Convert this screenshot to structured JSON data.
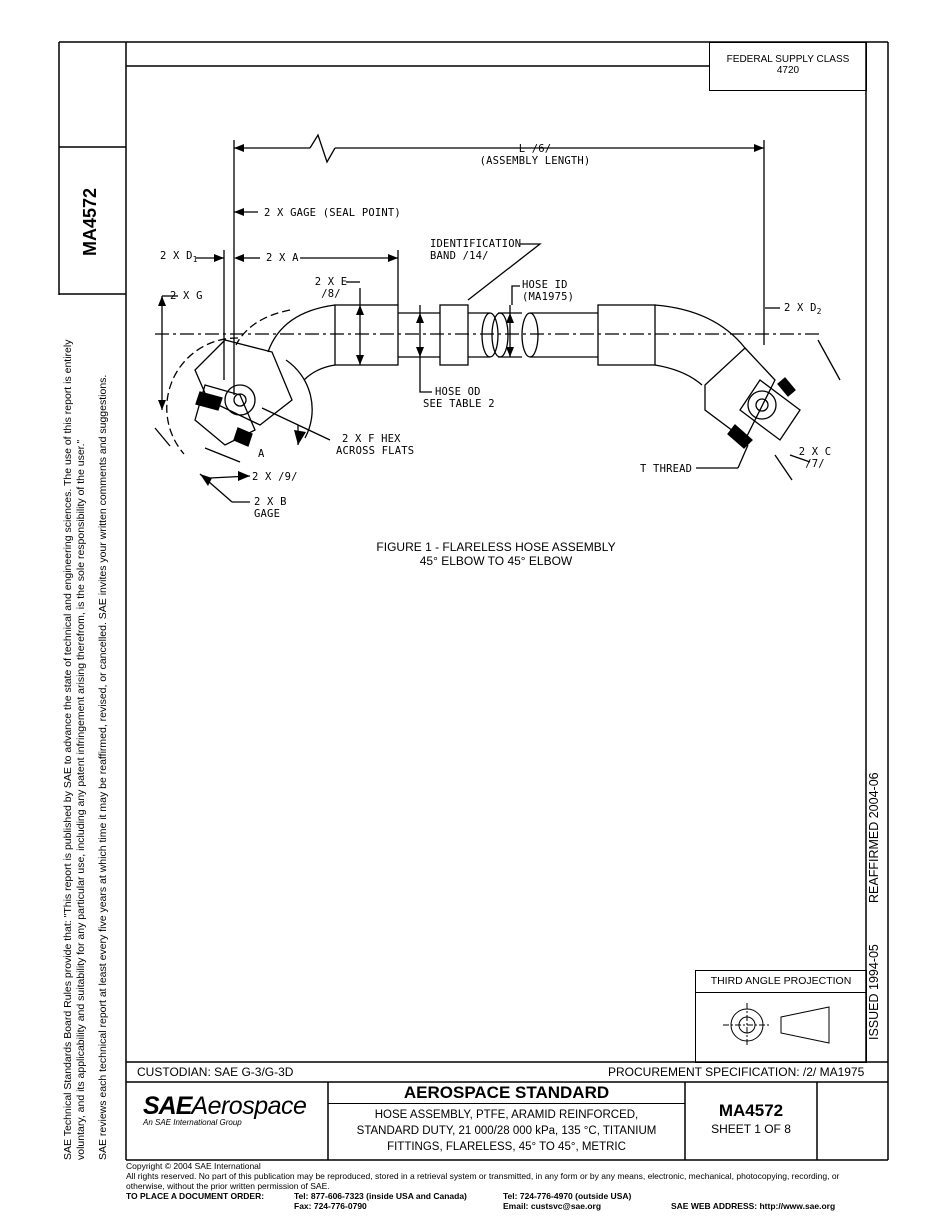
{
  "side_note": {
    "line1": "SAE Technical Standards Board Rules provide that: \"This report is published by SAE to advance the state of technical and engineering sciences. The use of this report is entirely",
    "line2": "voluntary, and its applicability and suitability for any particular use, including any patent infringement arising therefrom, is the sole responsibility of the user.\"",
    "line3": "SAE reviews each technical report at least every five years at which time it may be reaffirmed, revised, or cancelled. SAE invites your written comments and suggestions."
  },
  "doc_number": "MA4572",
  "federal_supply": {
    "line1": "FEDERAL SUPPLY CLASS",
    "line2": "4720"
  },
  "drawing_labels": {
    "assembly_length_1": "L /6/",
    "assembly_length_2": "(ASSEMBLY LENGTH)",
    "gage_seal": "2 X GAGE (SEAL POINT)",
    "d1": "2 X D",
    "d1_sub": "1",
    "a": "2 X A",
    "id_band_1": "IDENTIFICATION",
    "id_band_2": "BAND /14/",
    "g": "2 X G",
    "e_1": "2 X E",
    "e_2": "/8/",
    "hose_id_1": "HOSE ID",
    "hose_id_2": "(MA1975)",
    "d2": "2 X D",
    "d2_sub": "2",
    "hose_od_1": "HOSE OD",
    "hose_od_2": "SEE TABLE 2",
    "f_hex_1": "2 X F HEX",
    "f_hex_2": "ACROSS FLATS",
    "angle_a": "A",
    "c_1": "2 X C",
    "c_2": "/7/",
    "t_thread": "T THREAD",
    "x9": "2 X /9/",
    "b_1": "2 X B",
    "b_2": "GAGE"
  },
  "figure_caption": {
    "line1": "FIGURE 1 - FLARELESS HOSE ASSEMBLY",
    "line2": "45° ELBOW TO 45° ELBOW"
  },
  "reaffirmed": "REAFFIRMED 2004-06",
  "issued": "ISSUED 1994-05",
  "projection": {
    "title": "THIRD ANGLE PROJECTION"
  },
  "custodian": "CUSTODIAN: SAE G-3/G-3D",
  "procurement": "PROCUREMENT SPECIFICATION: /2/ MA1975",
  "logo": {
    "sae": "SAE",
    "aerospace": "Aerospace",
    "tagline": "An SAE International Group"
  },
  "title_block": {
    "heading": "AEROSPACE STANDARD",
    "line1": "HOSE ASSEMBLY, PTFE, ARAMID REINFORCED,",
    "line2": "STANDARD DUTY, 21 000/28 000 kPa, 135 °C, TITANIUM",
    "line3": "FITTINGS, FLARELESS, 45° TO 45°, METRIC",
    "number": "MA4572",
    "sheet": "SHEET 1 OF 8"
  },
  "footer": {
    "copyright": "Copyright © 2004 SAE International",
    "rights1": "All rights reserved. No part of this publication may be reproduced, stored in a retrieval system or transmitted, in any form or by any means, electronic, mechanical, photocopying, recording, or",
    "rights2": "otherwise, without the prior written permission of SAE.",
    "order_label": "TO PLACE A DOCUMENT ORDER:",
    "tel_in": "Tel:  877-606-7323 (inside USA and Canada)",
    "fax": "Fax:  724-776-0790",
    "tel_out": "Tel:  724-776-4970 (outside USA)",
    "email": "Email:  custsvc@sae.org",
    "web": "SAE WEB ADDRESS:  http://www.sae.org"
  }
}
